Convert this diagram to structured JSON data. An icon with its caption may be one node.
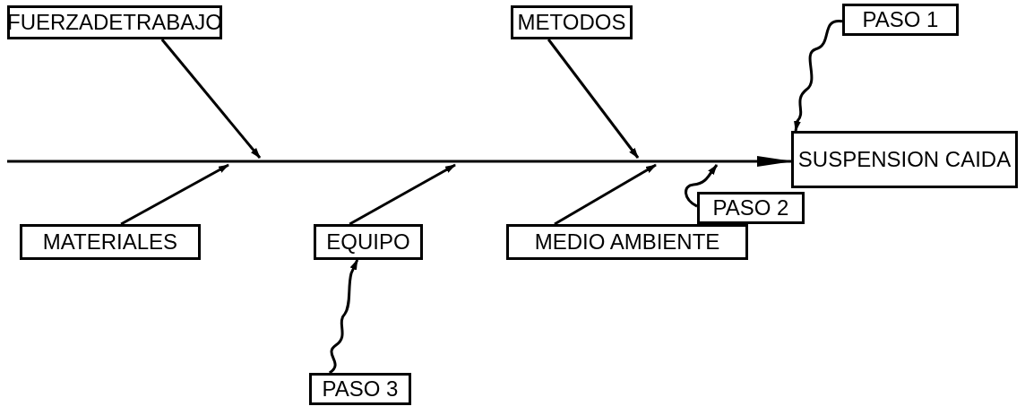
{
  "diagram": {
    "nodes": [
      {
        "text": [
          "FUERZADETRABAJO"
        ]
      },
      {
        "text": [
          "METODOS"
        ]
      },
      {
        "text": [
          "PASO 1"
        ]
      },
      {
        "text": [
          "SUSPENSION CAIDA"
        ]
      },
      {
        "text": [
          "PASO 2"
        ]
      },
      {
        "text": [
          "MATERIALES"
        ]
      },
      {
        "text": [
          "EQUIPO"
        ]
      },
      {
        "text": [
          "MEDIO AMBIENTE"
        ]
      },
      {
        "text": [
          "PASO 3"
        ]
      }
    ],
    "edges": [
      {
        "from": null,
        "to": 3,
        "arrow": "to"
      },
      {
        "from": 0,
        "to": null,
        "arrow": "to"
      },
      {
        "from": 1,
        "to": null,
        "arrow": "to"
      },
      {
        "from": 5,
        "to": null,
        "arrow": "to"
      },
      {
        "from": 6,
        "to": null,
        "arrow": "to"
      },
      {
        "from": 7,
        "to": null,
        "arrow": "to"
      },
      {
        "from": 2,
        "to": 3,
        "arrow": "to"
      },
      {
        "from": 4,
        "to": null,
        "arrow": "to"
      },
      {
        "from": 8,
        "to": 6,
        "arrow": "to"
      }
    ]
  }
}
